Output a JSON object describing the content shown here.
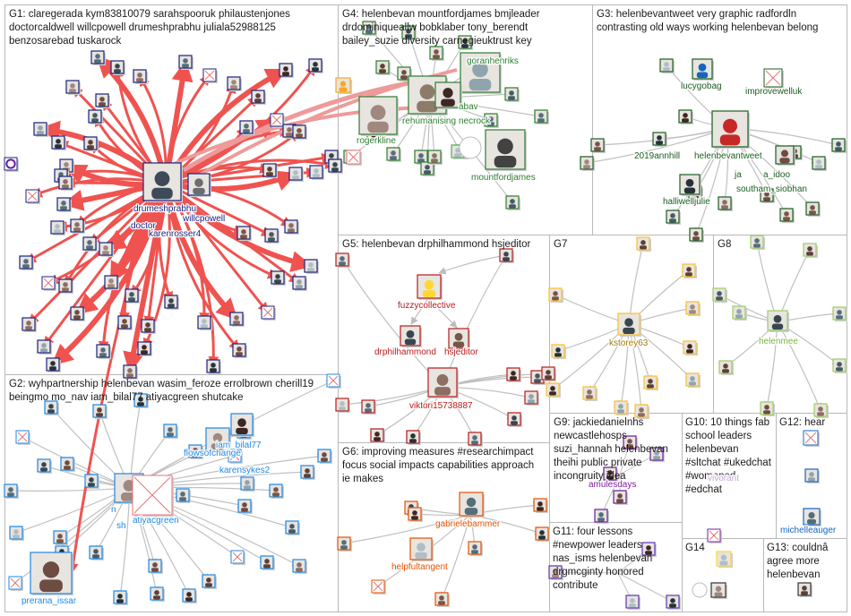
{
  "colors": {
    "g1": "#1a237e",
    "g2": "#1e88e5",
    "g3": "#1b5e20",
    "g4": "#2e7d32",
    "g5": "#b71c1c",
    "g6": "#e65100",
    "g7": "#8d6e1a",
    "g8": "#7cb342",
    "g9": "#6a1b9a",
    "g10": "#7b1fa2",
    "g11": "#5e35b1",
    "g12": "#1565c0",
    "g13": "#333333",
    "g14": "#333333",
    "edge": "#c0c0c0",
    "hub_edge": "#e53935"
  },
  "groups": [
    {
      "id": "g1",
      "title": [
        "G1: claregerada kym83810079 sarahspooruk philaustenjones",
        "doctorcaldwell willcpowell drumeshprabhu juliala52988125",
        "benzosarebad tuskarock"
      ]
    },
    {
      "id": "g2",
      "title": [
        "G2: wyhpartnership helenbevan wasim_feroze errolbrown cherill19",
        "beingmo mo_nav iam_bilal77 atiyacgreen shutcake"
      ]
    },
    {
      "id": "g3",
      "title": [
        "G3: helenbevantweet very graphic radfordln",
        "contrasting old ways working helenbevan belong"
      ]
    },
    {
      "id": "g4",
      "title": [
        "G4: helenbevan mountfordjames bmjleader",
        "drdominiqueallw bobklaber tony_berendt",
        "bailey_suzie diversity carnegieuktrust key"
      ]
    },
    {
      "id": "g5",
      "title": [
        "G5: helenbevan drphilhammond hsjeditor"
      ]
    },
    {
      "id": "g6",
      "title": [
        "G6: improving measures #researchimpact",
        "focus social impacts capabilities approach",
        "ie makes"
      ]
    },
    {
      "id": "g7",
      "title": [
        "G7"
      ]
    },
    {
      "id": "g8",
      "title": [
        "G8"
      ]
    },
    {
      "id": "g9",
      "title": [
        "G9: jackiedanielnhs",
        "newcastlehosps",
        "suzi_hannah helenbevan",
        "theihi public private",
        "incongruity idea"
      ]
    },
    {
      "id": "g10",
      "title": [
        "G10: 10 things fab",
        "school leaders",
        "helenbevan",
        "#sltchat #ukedchat",
        "#womened",
        "#edchat"
      ]
    },
    {
      "id": "g11",
      "title": [
        "G11: four lessons",
        "#newpower leaders",
        "nas_isms helenbevan",
        "drgmcginty honored",
        "contribute"
      ]
    },
    {
      "id": "g12",
      "title": [
        "G12: hear"
      ]
    },
    {
      "id": "g13",
      "title": [
        "G13: couldnâ",
        "agree more",
        "helenbevan"
      ]
    },
    {
      "id": "g14",
      "title": [
        "G14"
      ]
    }
  ],
  "labels": {
    "drumeshprabhu": "drumeshprabhu",
    "willcpowell": "willcpowell",
    "doctor": "doctor",
    "karenrosser4": "karenrosser4",
    "goranhenriks": "goranhenriks",
    "rehumanising": "rehumanising",
    "necrock": "necrock",
    "abav": "abav",
    "rogerkline": "rogerkline",
    "mountfordjames": "mountfordjames",
    "lucygobag": "lucygobag",
    "improvewelluk": "improvewelluk",
    "ann2019": "2019annhill",
    "helenbevantweet": "helenbevantweet",
    "ja_idoo": "ja",
    "idoo_tail": "a_idoo",
    "southam": "southam_siobhan",
    "halliwelljulie": "halliwelljulie",
    "fuzzycollective": "fuzzycollective",
    "drphilhammond": "drphilhammond",
    "hsjeditor": "hsjeditor",
    "viktori": "viktori15738887",
    "kstorey63": "kstorey63",
    "helenmee": "helenmee",
    "iam_bilal77": "iam_bilal77",
    "flowsofchange": "flowsofchange",
    "karensykes2": "karensykes2",
    "sh": "sh",
    "n": "n",
    "atiyacgreen": "atiyacgreen",
    "prerana": "prerana_issar",
    "gabrielebammer": "gabrielebammer",
    "helpfultangent": "helpfultangent",
    "amulesdays": "amulesdays",
    "vivorant": "vivorant",
    "michelleauger": "michelleauger"
  }
}
